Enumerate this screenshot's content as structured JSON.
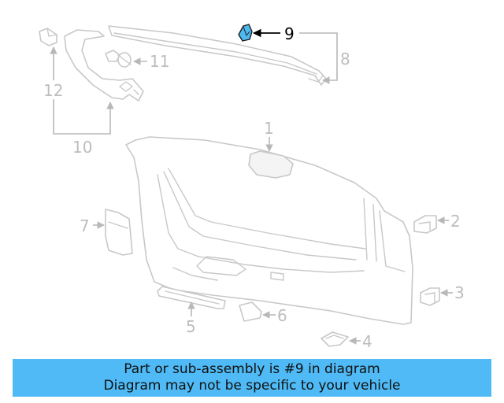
{
  "callouts": {
    "c1": "1",
    "c2": "2",
    "c3": "3",
    "c4": "4",
    "c5": "5",
    "c6": "6",
    "c7": "7",
    "c8": "8",
    "c9": "9",
    "c10": "10",
    "c11": "11",
    "c12": "12"
  },
  "highlight": {
    "callout": "9",
    "color": "#4fb8f0"
  },
  "banner": {
    "line1": "Part or sub-assembly is #9 in diagram",
    "line2": "Diagram may not be specific to your vehicle",
    "color": "#4fbaf5"
  }
}
